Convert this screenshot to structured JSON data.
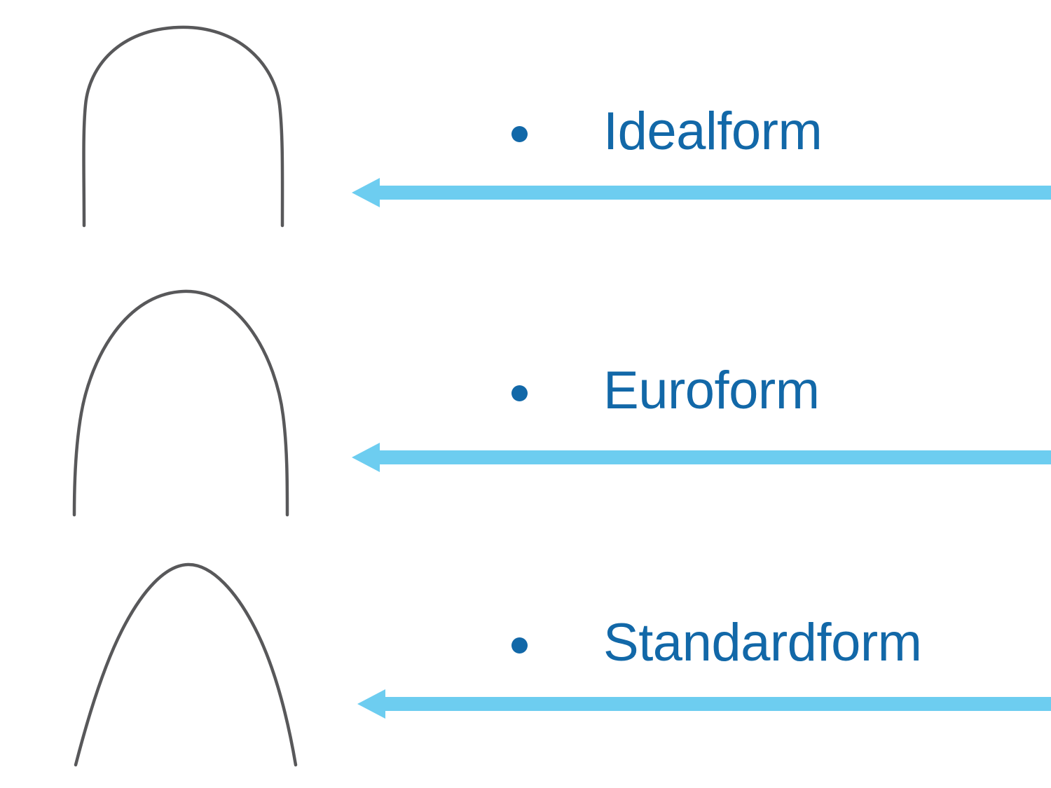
{
  "slide": {
    "background_color": "#ffffff",
    "title": "",
    "rows": [
      {
        "label": "Idealform",
        "bullet_marker": "•",
        "archwire_shape": "square-u-arch",
        "arrow_direction": "left"
      },
      {
        "label": "Euroform",
        "bullet_marker": "•",
        "archwire_shape": "ovoid-arch",
        "arrow_direction": "left"
      },
      {
        "label": "Standardform",
        "bullet_marker": "•",
        "archwire_shape": "tapered-arch",
        "arrow_direction": "left"
      }
    ]
  },
  "colors": {
    "text_blue": "#1268A8",
    "bullet_blue": "#1268A8",
    "arrow_blue": "#6DCDF0",
    "wire_gray": "#58585A",
    "background": "#ffffff"
  }
}
